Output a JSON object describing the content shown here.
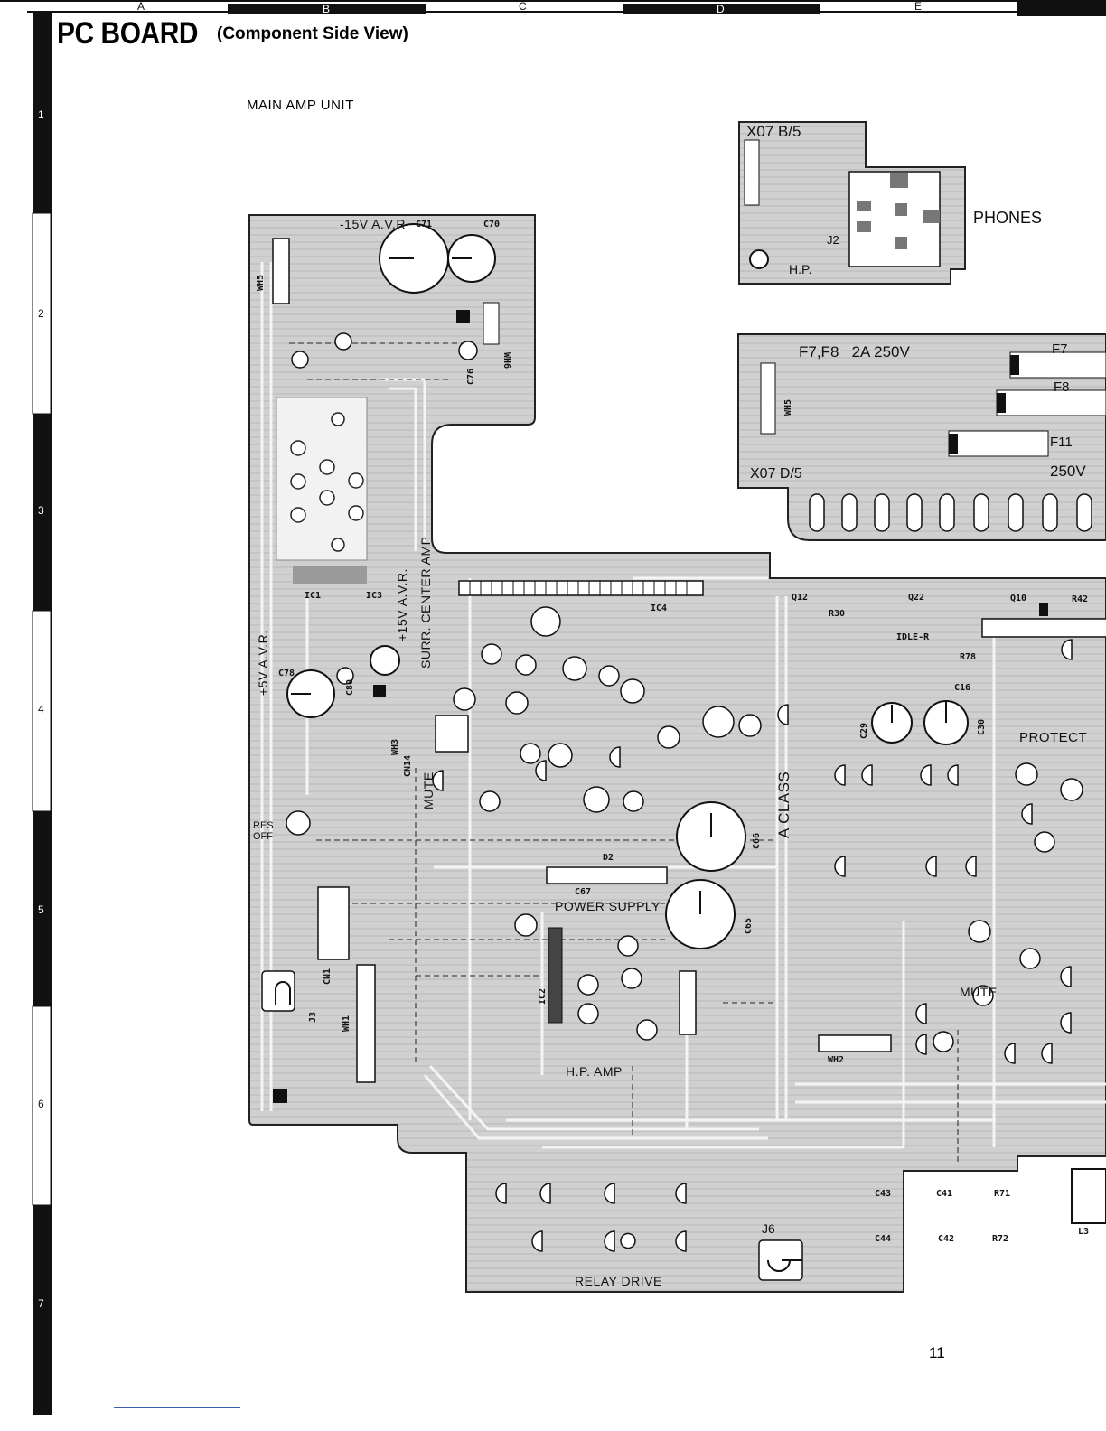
{
  "header": {
    "title": "PC BOARD",
    "subtitle": "(Component Side View)",
    "unit": "MAIN AMP UNIT",
    "page_number": "11"
  },
  "grid": {
    "columns": [
      "A",
      "B",
      "C",
      "D",
      "E"
    ],
    "rows": [
      "1",
      "2",
      "3",
      "4",
      "5",
      "6",
      "7"
    ]
  },
  "boards": {
    "phones": {
      "id": "X07 B/5",
      "label": "PHONES",
      "hp": "H.P.",
      "jack": "J2"
    },
    "fuse": {
      "id": "X07 D/5",
      "rating": "F7,F8   2A 250V",
      "rating2": "250V",
      "fuses": [
        "F7",
        "F8",
        "F11"
      ]
    }
  },
  "sections": {
    "avr_neg": "-15V A.V.R",
    "avr_pos": "+15V A.V.R.",
    "avr_5v": "+5V A.V.R.",
    "surr": "SURR. CENTER AMP",
    "power": "POWER SUPPLY",
    "hp_amp": "H.P. AMP",
    "relay": "RELAY DRIVE",
    "a_class": "A CLASS",
    "protect": "PROTECT",
    "mute": "MUTE",
    "mute2": "MUTE",
    "res_off": "RES OFF",
    "idle": "IDLE-R"
  },
  "connectors": {
    "wh5": "WH5",
    "wh6": "WH6",
    "wh1": "WH1",
    "wh2": "WH2",
    "wh3": "WH3",
    "cn1": "CN1",
    "cn14": "CN14",
    "j3": "J3",
    "j6": "J6",
    "wh5b": "WH5"
  },
  "parts": {
    "ic": [
      "IC1",
      "IC3",
      "IC4",
      "IC2"
    ],
    "misc": [
      "C71",
      "C70",
      "C76",
      "C78",
      "C80",
      "C66",
      "C65",
      "C67",
      "D2",
      "Q10",
      "Q12",
      "Q22",
      "R30",
      "R42",
      "C29",
      "C30",
      "R78",
      "C16",
      "C43",
      "C41",
      "R71",
      "C44",
      "C42",
      "R72",
      "L3"
    ]
  },
  "colors": {
    "ink": "#1a1a1a",
    "copper": "#bdbdbd",
    "board": "#d4d4d4",
    "pad": "#ffffff"
  }
}
